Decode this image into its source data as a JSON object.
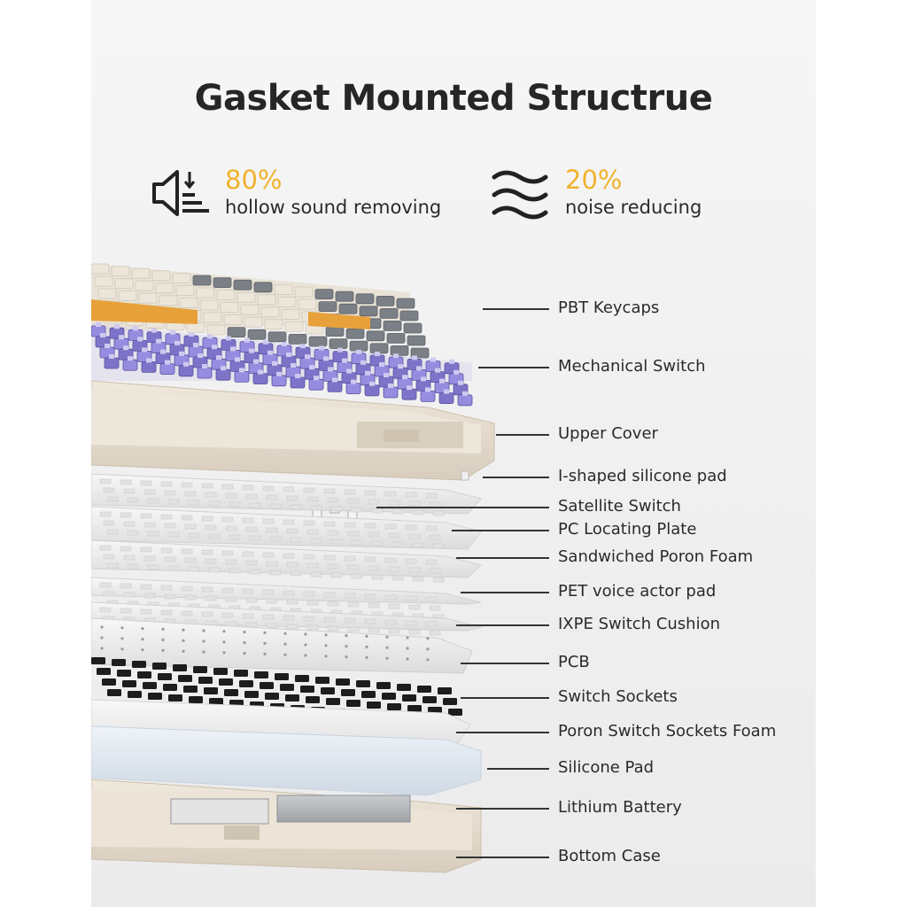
{
  "title": "Gasket Mounted Structrue",
  "stats": [
    {
      "value": "80%",
      "label": "hollow sound removing",
      "icon": "speaker-volume-down-icon"
    },
    {
      "value": "20%",
      "label": "noise reducing",
      "icon": "sound-waves-icon"
    }
  ],
  "layers": [
    "PBT Keycaps",
    "Mechanical Switch",
    "Upper Cover",
    "I-shaped silicone pad",
    "Satellite Switch",
    "PC Locating Plate",
    "Sandwiched Poron Foam",
    "PET voice actor pad",
    "IXPE Switch Cushion",
    "PCB",
    "Switch Sockets",
    "Poron Switch Sockets Foam",
    "Silicone Pad",
    "Lithium Battery",
    "Bottom Case"
  ],
  "colors": {
    "accent": "#f0b22e",
    "text": "#262626",
    "keycap_cream": "#ece6da",
    "keycap_grey": "#7b7f86",
    "keycap_orange": "#e8a13a",
    "switch_purple": "#7d74c9",
    "case_beige": "#e6ddd0"
  }
}
